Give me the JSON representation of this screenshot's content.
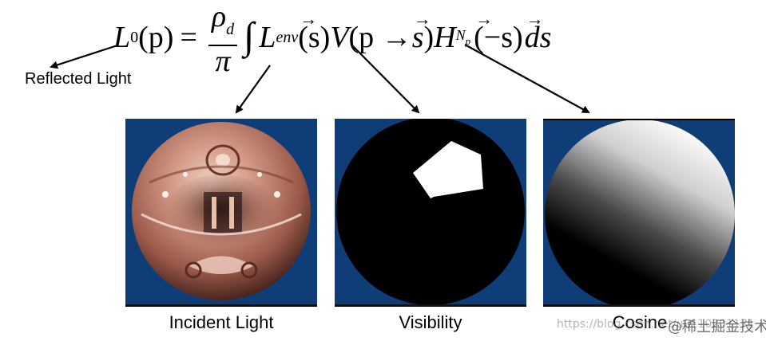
{
  "equation": {
    "lhs_symbol": "L",
    "lhs_sub": "0",
    "lhs_arg": "(p)",
    "equals": "=",
    "rho": "ρ",
    "rho_sub": "d",
    "pi": "π",
    "integral": "∫",
    "l_env": "L",
    "env_sub": "env",
    "s_arg": "(s)",
    "v_symbol": "V",
    "v_arg_open": "(p → ",
    "v_arg_s": "s",
    "v_arg_close": ")",
    "h_symbol": "H",
    "h_sub": "N",
    "h_subsub": "p",
    "h_arg": "(−s)",
    "ds": "ds"
  },
  "labels": {
    "reflected": "Reflected Light",
    "incident": "Incident Light",
    "visibility": "Visibility",
    "cosine": "Cosine"
  },
  "watermark": {
    "url": "https://blog.csdn.net/u0110201171",
    "cn": "@稀土掘金技术社区"
  },
  "colors": {
    "panel_background": "#0f3d78",
    "sphere_copper": "#c98b7a",
    "visibility_sphere": "#000000",
    "visibility_patch": "#ffffff"
  },
  "icons": {
    "incident_panel": "environment-map-sphere",
    "visibility_panel": "visibility-mask-sphere",
    "cosine_panel": "cosine-gradient-sphere"
  }
}
